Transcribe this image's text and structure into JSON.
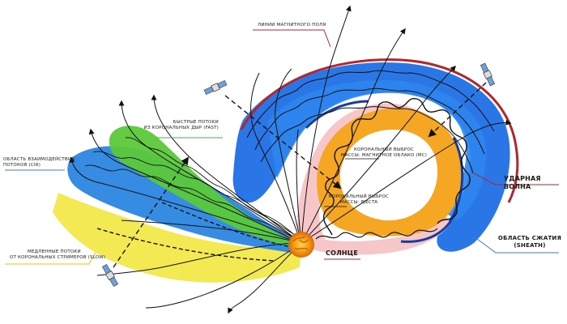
{
  "labels": {
    "field_lines": "ЛИНИИ МАГНИТНОГО ПОЛЯ",
    "fast_line1": "БЫСТРЫЕ ПОТОКИ",
    "fast_line2": "ИЗ КОРОНАЛЬНЫХ ДЫР (FAST)",
    "cir_line1": "ОБЛАСТЬ ВЗАИМОДЕЙСТВИЯ",
    "cir_line2": "ПОТОКОВ (CIR)",
    "mc_line1": "КОРОНАЛЬНЫЙ ВЫБРОС",
    "mc_line2": "МАССЫ: МАГНИТНОЕ ОБЛАКО (MC)",
    "ejecta_line1": "КОРОНАЛЬНЫЙ ВЫБРОС",
    "ejecta_line2": "МАССЫ: EJECTA",
    "shock": "УДАРНАЯ ВОЛНА",
    "slow_line1": "МЕДЛЕННЫЕ ПОТОКИ",
    "slow_line2": "ОТ КОРОНАЛЬНЫХ СТРИМЕРОВ (SLOW)",
    "sun": "СОЛНЦЕ",
    "sheath_line1": "ОБЛАСТЬ СЖАТИЯ",
    "sheath_line2": "(SHEATH)"
  },
  "colors": {
    "fast_stream": "#5cc93a",
    "slow_stream": "#f2e84a",
    "cir": "#2b86e0",
    "sheath": "#1f6fe6",
    "magnetic_cloud": "#f5a623",
    "ejecta": "#f7c6c9",
    "shock": "#b3262e",
    "sun": "#f08a10",
    "leader_blue": "#3a7fd6",
    "leader_red": "#c0392b",
    "leader_green": "#4caf50",
    "leader_yellow": "#e6c700"
  },
  "icons": [
    "satellite-icon",
    "sun-icon"
  ]
}
